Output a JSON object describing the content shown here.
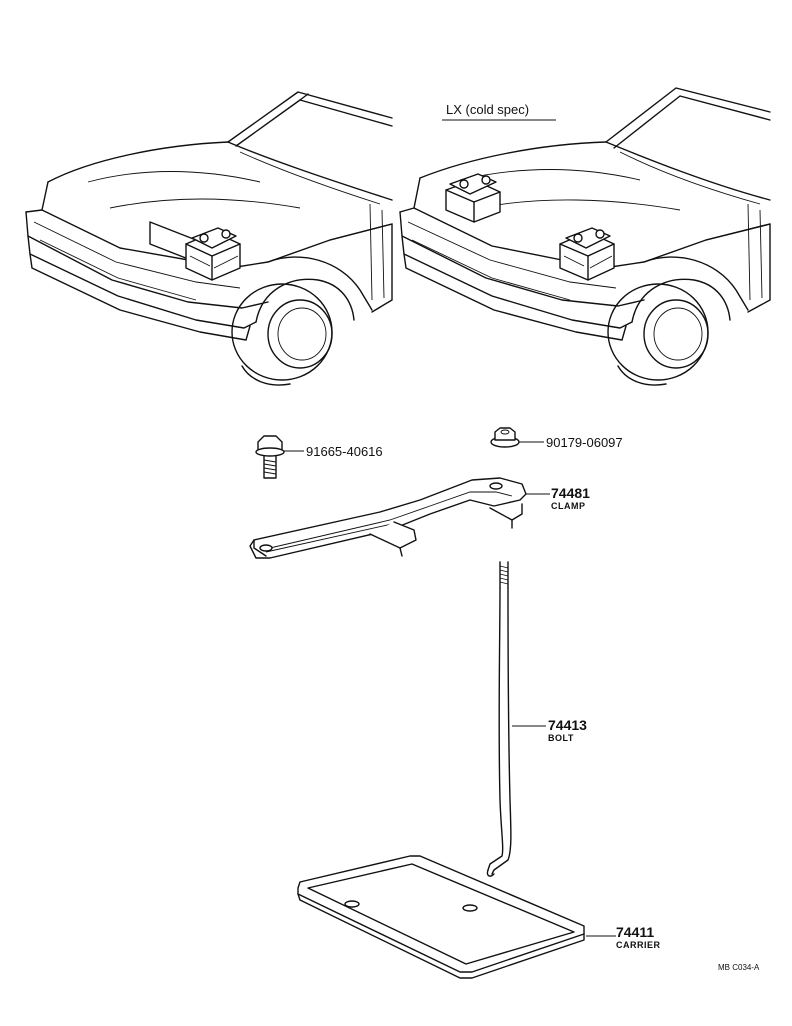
{
  "variant_label": "LX (cold spec)",
  "parts": [
    {
      "number": "91665-40616",
      "name": ""
    },
    {
      "number": "90179-06097",
      "name": ""
    },
    {
      "number": "74481",
      "name": "CLAMP"
    },
    {
      "number": "74413",
      "name": "BOLT"
    },
    {
      "number": "74411",
      "name": "CARRIER"
    }
  ],
  "figure_code": "MB C034-A"
}
